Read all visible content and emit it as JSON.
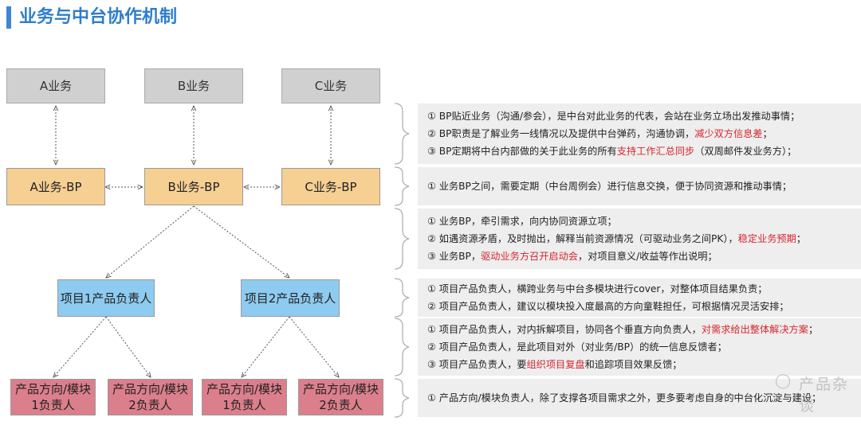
{
  "header": {
    "title": "业务与中台协作机制"
  },
  "nodes": {
    "biz_a": "A业务",
    "biz_b": "B业务",
    "biz_c": "C业务",
    "bp_a": "A业务-BP",
    "bp_b": "B业务-BP",
    "bp_c": "C业务-BP",
    "pm1": "项目1产品负责人",
    "pm2": "项目2产品负责人",
    "m1_1": [
      "产品方向/模块",
      "1负责人"
    ],
    "m1_2": [
      "产品方向/模块",
      "2负责人"
    ],
    "m2_1": [
      "产品方向/模块",
      "1负责人"
    ],
    "m2_2": [
      "产品方向/模块",
      "2负责人"
    ]
  },
  "descriptions": {
    "g1": [
      {
        "pre": "① BP贴近业务（沟通/参会），是中台对此业务的代表，会站在业务立场出发推动事情；",
        "hl": "",
        "post": ""
      },
      {
        "pre": "② BP职责是了解业务一线情况以及提供中台弹药，沟通协调，",
        "hl": "减少双方信息差",
        "post": "；"
      },
      {
        "pre": "③ BP定期将中台内部做的关于此业务的所有",
        "hl": "支持工作汇总同步",
        "post": "（双周邮件发业务方）；"
      }
    ],
    "g2": [
      {
        "pre": "① 业务BP之间，需要定期（中台周例会）进行信息交换，便于协同资源和推动事情；",
        "hl": "",
        "post": ""
      }
    ],
    "g3": [
      {
        "pre": "① 业务BP，牵引需求，向内协同资源立项；",
        "hl": "",
        "post": ""
      },
      {
        "pre": "② 如遇资源矛盾，及时抛出，解释当前资源情况（可驱动业务之间PK），",
        "hl": "稳定业务预期",
        "post": "；"
      },
      {
        "pre": "③ 业务BP，",
        "hl": "驱动业务方召开启动会",
        "post": "，对项目意义/收益等作出说明；"
      }
    ],
    "g4": [
      {
        "pre": "① 项目产品负责人，横跨业务与中台多模块进行cover，对整体项目结果负责；",
        "hl": "",
        "post": ""
      },
      {
        "pre": "② 项目产品负责人，建议以模块投入度最高的方向童鞋担任，可根据情况灵活安排；",
        "hl": "",
        "post": ""
      }
    ],
    "g5": [
      {
        "pre": "① 项目产品负责人，对内拆解项目，协同各个垂直方向负责人，",
        "hl": "对需求给出整体解决方案",
        "post": "；"
      },
      {
        "pre": "② 项目产品负责人，是此项目对外（对业务/BP）的统一信息反馈者；",
        "hl": "",
        "post": ""
      },
      {
        "pre": "③ 项目产品负责人，要",
        "hl": "组织项目复盘",
        "post": "和追踪项目效果反馈；"
      }
    ],
    "g6": [
      {
        "pre": "① 产品方向/模块负责人，除了支撑各项目需求之外，更多要考虑自身的中台化沉淀与建设；",
        "hl": "",
        "post": ""
      }
    ]
  },
  "watermark": "产品杂谈",
  "colors": {
    "title": "#2f7dcc",
    "highlight": "#d6272d",
    "gray_box": "#d0d0d0",
    "bp_box": "#f6cf93",
    "pm_box": "#8ecbf0",
    "module_box": "#dc7f8c"
  }
}
